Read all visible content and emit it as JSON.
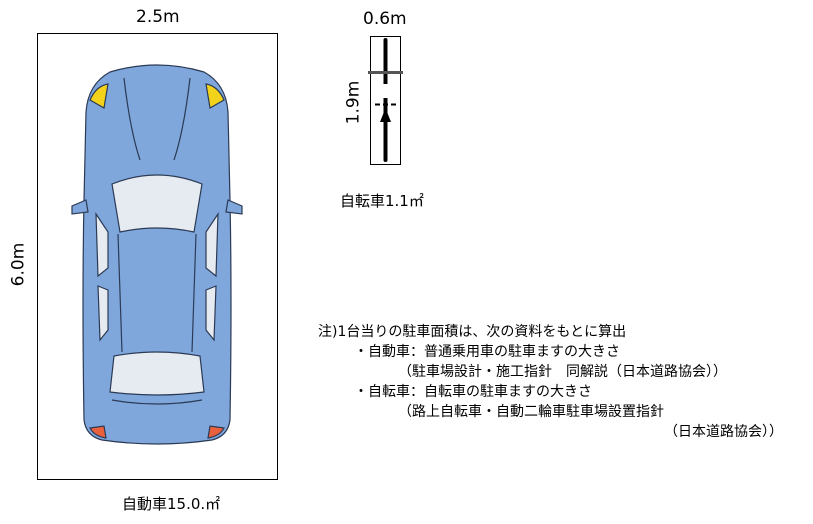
{
  "car": {
    "width_label": "2.5m",
    "length_label": "6.0m",
    "caption": "自動車15.0.㎡"
  },
  "bicycle": {
    "width_label": "0.6m",
    "length_label": "1.9m",
    "caption": "自転車1.1㎡"
  },
  "notes": {
    "line1": "注)1台当りの駐車面積は、次の資料をもとに算出",
    "line2": "・自動車：普通乗用車の駐車ますの大きさ",
    "line3": "（駐車場設計・施工指針　同解説（日本道路協会））",
    "line4": "・自転車：自転車の駐車ますの大きさ",
    "line5": "（路上自転車・自動二輪車駐車場設置指針",
    "line6": "（日本道路協会））"
  },
  "colors": {
    "car_body": "#7fa7dc",
    "car_window": "#e6ebf1",
    "headlight": "#f2d21b",
    "taillight": "#e8603c",
    "outline": "#000000"
  }
}
